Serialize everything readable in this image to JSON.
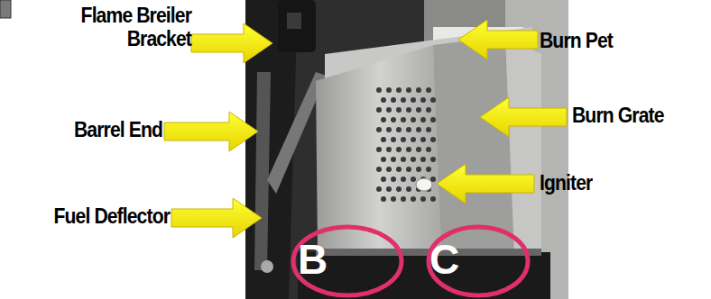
{
  "diagram": {
    "labels": [
      "Flame Breiler Bracket",
      "Burn Pet",
      "Barrel End",
      "Burn Grate",
      "Igniter",
      "Fuel Deflector",
      "B",
      "C"
    ]
  }
}
